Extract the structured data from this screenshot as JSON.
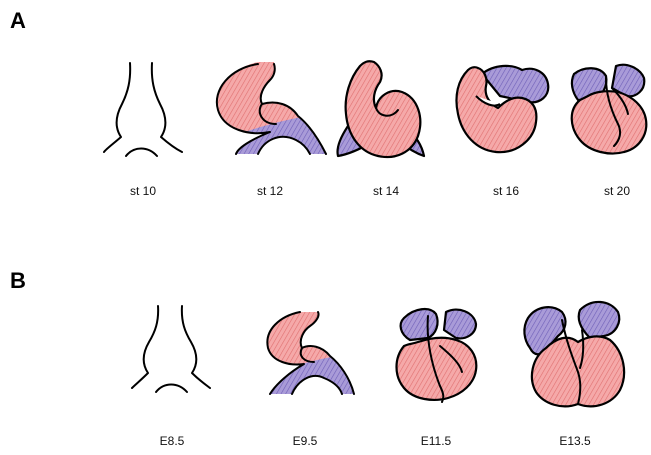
{
  "panels": {
    "a": {
      "letter": "A",
      "stages": [
        {
          "label": "st 10"
        },
        {
          "label": "st 12"
        },
        {
          "label": "st 14"
        },
        {
          "label": "st 16"
        },
        {
          "label": "st 20"
        }
      ]
    },
    "b": {
      "letter": "B",
      "stages": [
        {
          "label": "E8.5"
        },
        {
          "label": "E9.5"
        },
        {
          "label": "E11.5"
        },
        {
          "label": "E13.5"
        }
      ]
    }
  },
  "colors": {
    "pink_region": "#f19c9c",
    "purple_region": "#9d8fd1",
    "outline": "#000000"
  }
}
